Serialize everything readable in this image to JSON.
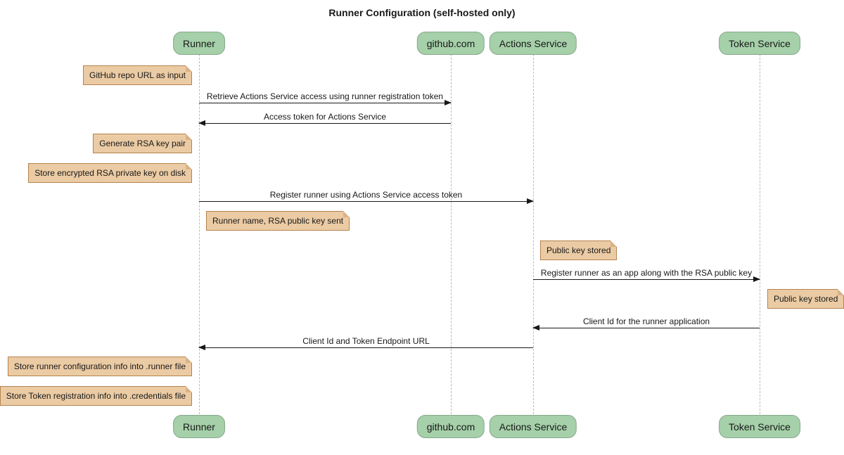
{
  "diagram": {
    "title": "Runner Configuration (self-hosted only)",
    "participants": [
      {
        "label": "Runner"
      },
      {
        "label": "github.com"
      },
      {
        "label": "Actions Service"
      },
      {
        "label": "Token Service"
      }
    ],
    "messages": [
      {
        "from": "Runner",
        "to": "github.com",
        "label": "Retrieve Actions Service access using runner registration token"
      },
      {
        "from": "github.com",
        "to": "Runner",
        "label": "Access token for Actions Service"
      },
      {
        "from": "Runner",
        "to": "Actions Service",
        "label": "Register runner using Actions Service access token"
      },
      {
        "from": "Actions Service",
        "to": "Token Service",
        "label": "Register runner as an app along with the RSA public key"
      },
      {
        "from": "Token Service",
        "to": "Actions Service",
        "label": "Client Id for the runner application"
      },
      {
        "from": "Actions Service",
        "to": "Runner",
        "label": "Client Id and Token Endpoint URL"
      }
    ],
    "notes": [
      {
        "position": "left of Runner",
        "label": "GitHub repo URL as input"
      },
      {
        "position": "left of Runner",
        "label": "Generate RSA key pair"
      },
      {
        "position": "left of Runner",
        "label": "Store encrypted RSA private key on disk"
      },
      {
        "position": "right of Runner",
        "label": "Runner name, RSA public key sent"
      },
      {
        "position": "right of Actions Service",
        "label": "Public key stored"
      },
      {
        "position": "right of Token Service",
        "label": "Public key stored"
      },
      {
        "position": "left of Runner",
        "label": "Store runner configuration info into .runner file"
      },
      {
        "position": "left of Runner",
        "label": "Store Token registration info into .credentials file"
      }
    ],
    "colors": {
      "participant_fill": "#a5d0a9",
      "participant_border": "#87a88c",
      "note_fill": "#ebcba4",
      "note_border": "#b5834e",
      "lifeline": "#bbbbbb",
      "message_line": "#181818",
      "background": "#ffffff"
    }
  }
}
